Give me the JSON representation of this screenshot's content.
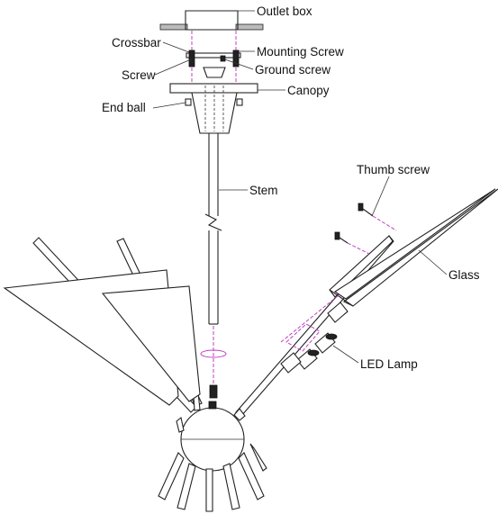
{
  "labels": {
    "outlet_box": "Outlet box",
    "crossbar": "Crossbar",
    "mounting_screw": "Mounting Screw",
    "screw": "Screw",
    "ground_screw": "Ground screw",
    "canopy": "Canopy",
    "end_ball": "End ball",
    "stem": "Stem",
    "thumb_screw": "Thumb screw",
    "glass": "Glass",
    "led_lamp": "LED Lamp"
  },
  "colors": {
    "line": "#222222",
    "alignment": "#c040c0",
    "background": "#ffffff"
  }
}
